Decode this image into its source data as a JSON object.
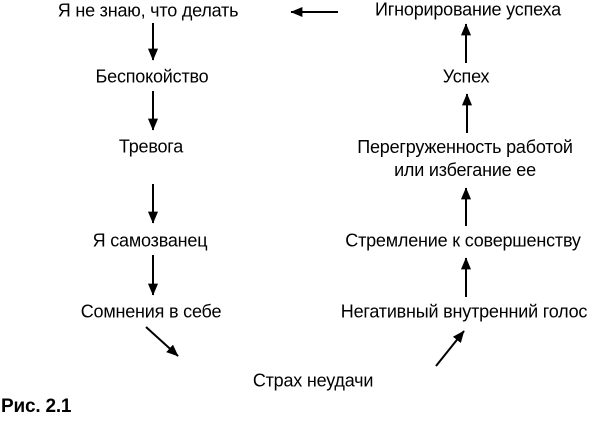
{
  "colors": {
    "background": "#ffffff",
    "text": "#000000",
    "arrow": "#000000"
  },
  "caption": "Рис. 2.1",
  "nodes": {
    "i_dont_know": {
      "label": "Я не знаю, что делать"
    },
    "worry": {
      "label": "Беспокойство"
    },
    "anxiety": {
      "label": "Тревога"
    },
    "impostor": {
      "label": "Я самозванец"
    },
    "self_doubt": {
      "label": "Сомнения в себе"
    },
    "fear_of_failure": {
      "label": "Страх неудачи"
    },
    "negative_voice": {
      "label": "Негативный внутренний голос"
    },
    "perfectionism": {
      "label": "Стремление к совершенству"
    },
    "overwork": {
      "label": "Перегруженность работой\nили избегание ее"
    },
    "success": {
      "label": "Успех"
    },
    "ignoring_success": {
      "label": "Игнорирование успеха"
    }
  },
  "edges": [
    {
      "from": "i_dont_know",
      "to": "worry",
      "direction": "down"
    },
    {
      "from": "worry",
      "to": "anxiety",
      "direction": "down"
    },
    {
      "from": "anxiety",
      "to": "impostor",
      "direction": "down"
    },
    {
      "from": "impostor",
      "to": "self_doubt",
      "direction": "down"
    },
    {
      "from": "self_doubt",
      "to": "fear_of_failure",
      "direction": "down-right"
    },
    {
      "from": "fear_of_failure",
      "to": "negative_voice",
      "direction": "up-right"
    },
    {
      "from": "negative_voice",
      "to": "perfectionism",
      "direction": "up"
    },
    {
      "from": "perfectionism",
      "to": "overwork",
      "direction": "up"
    },
    {
      "from": "overwork",
      "to": "success",
      "direction": "up"
    },
    {
      "from": "success",
      "to": "ignoring_success",
      "direction": "up"
    },
    {
      "from": "ignoring_success",
      "to": "i_dont_know",
      "direction": "left"
    }
  ]
}
